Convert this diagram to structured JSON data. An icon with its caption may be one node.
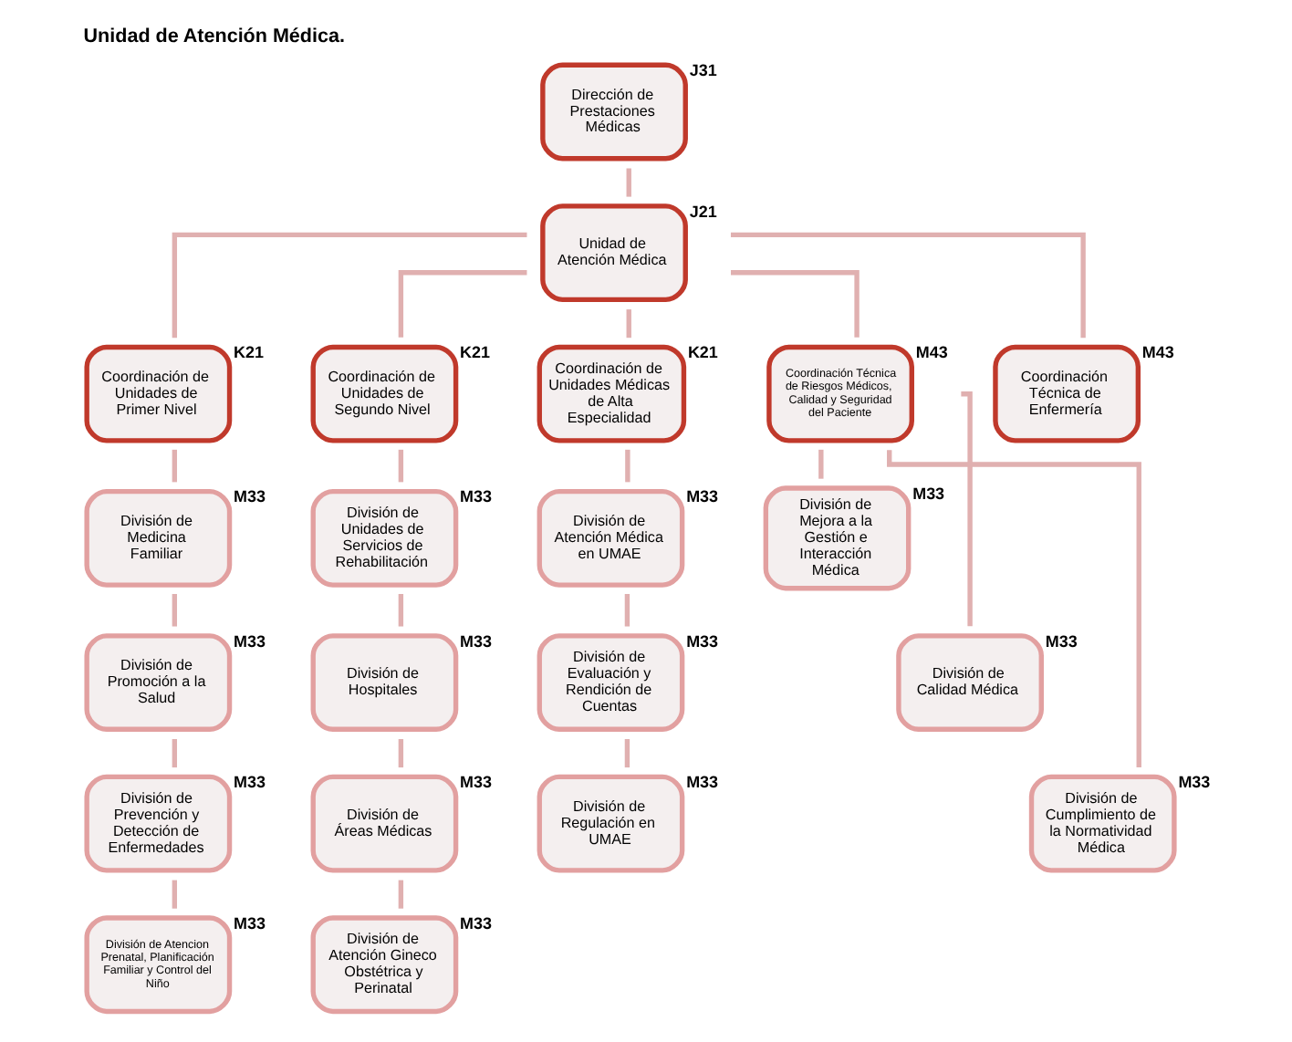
{
  "diagram": {
    "title": "Unidad de Atención Médica.",
    "nodes": [
      {
        "text": [
          "Dirección de Prestaciones Médicas"
        ],
        "beside": [
          "J31"
        ]
      },
      {
        "text": [
          "Unidad de Atención Médica"
        ],
        "beside": [
          "J21"
        ]
      },
      {
        "text": [
          "Coordinación de Unidades de Primer Nivel"
        ],
        "beside": [
          "K21"
        ]
      },
      {
        "text": [
          "Coordinación de Unidades de Segundo Nivel"
        ],
        "beside": [
          "K21"
        ]
      },
      {
        "text": [
          "Coordinación de Unidades Médicas de Alta Especialidad"
        ],
        "beside": [
          "K21"
        ]
      },
      {
        "text": [
          "Coordinación Técnica de Riesgos Médicos, Calidad y Seguridad del Paciente"
        ],
        "beside": [
          "M43"
        ]
      },
      {
        "text": [
          "Coordinación Técnica de Enfermería"
        ],
        "beside": [
          "M43"
        ]
      },
      {
        "text": [
          "División de Medicina Familiar"
        ],
        "beside": [
          "M33"
        ]
      },
      {
        "text": [
          "División de Unidades de Servicios de Rehabilitación"
        ],
        "beside": [
          "M33"
        ]
      },
      {
        "text": [
          "División de Atención Médica en UMAE"
        ],
        "beside": [
          "M33"
        ]
      },
      {
        "text": [
          "División de Mejora a la Gestión e Interacción Médica"
        ],
        "beside": [
          "M33"
        ]
      },
      {
        "text": [
          "División de Promoción a la Salud"
        ],
        "beside": [
          "M33"
        ]
      },
      {
        "text": [
          "División de Hospitales"
        ],
        "beside": [
          "M33"
        ]
      },
      {
        "text": [
          "División de Evaluación y Rendición de Cuentas"
        ],
        "beside": [
          "M33"
        ]
      },
      {
        "text": [
          "División de Calidad Médica"
        ],
        "beside": [
          "M33"
        ]
      },
      {
        "text": [
          "División de Prevención y Detección de Enfermedades"
        ],
        "beside": [
          "M33"
        ]
      },
      {
        "text": [
          "División de Áreas Médicas"
        ],
        "beside": [
          "M33"
        ]
      },
      {
        "text": [
          "División de Regulación en UMAE"
        ],
        "beside": [
          "M33"
        ]
      },
      {
        "text": [
          "División de Cumplimiento de la Normatividad Médica"
        ],
        "beside": [
          "M33"
        ]
      },
      {
        "text": [
          "División de Atencion Prenatal, Planificación Familiar y Control del Niño"
        ],
        "beside": [
          "M33"
        ]
      },
      {
        "text": [
          "División de Atención Gineco Obstétrica y Perinatal"
        ],
        "beside": [
          "M33"
        ]
      }
    ],
    "edges": [
      {
        "from": 0,
        "to": 1,
        "arrow": "none"
      },
      {
        "from": 1,
        "to": 2,
        "arrow": "none"
      },
      {
        "from": 1,
        "to": 3,
        "arrow": "none"
      },
      {
        "from": 1,
        "to": 4,
        "arrow": "none"
      },
      {
        "from": 1,
        "to": 5,
        "arrow": "none"
      },
      {
        "from": 1,
        "to": 6,
        "arrow": "none"
      },
      {
        "from": 2,
        "to": 7,
        "arrow": "none"
      },
      {
        "from": 7,
        "to": 11,
        "arrow": "none"
      },
      {
        "from": 11,
        "to": 15,
        "arrow": "none"
      },
      {
        "from": 15,
        "to": 19,
        "arrow": "none"
      },
      {
        "from": 3,
        "to": 8,
        "arrow": "none"
      },
      {
        "from": 8,
        "to": 12,
        "arrow": "none"
      },
      {
        "from": 12,
        "to": 16,
        "arrow": "none"
      },
      {
        "from": 16,
        "to": 20,
        "arrow": "none"
      },
      {
        "from": 4,
        "to": 9,
        "arrow": "none"
      },
      {
        "from": 9,
        "to": 13,
        "arrow": "none"
      },
      {
        "from": 13,
        "to": 17,
        "arrow": "none"
      },
      {
        "from": 5,
        "to": 10,
        "arrow": "none"
      },
      {
        "from": 5,
        "to": 14,
        "arrow": "none"
      },
      {
        "from": 5,
        "to": 18,
        "arrow": "none"
      }
    ]
  }
}
